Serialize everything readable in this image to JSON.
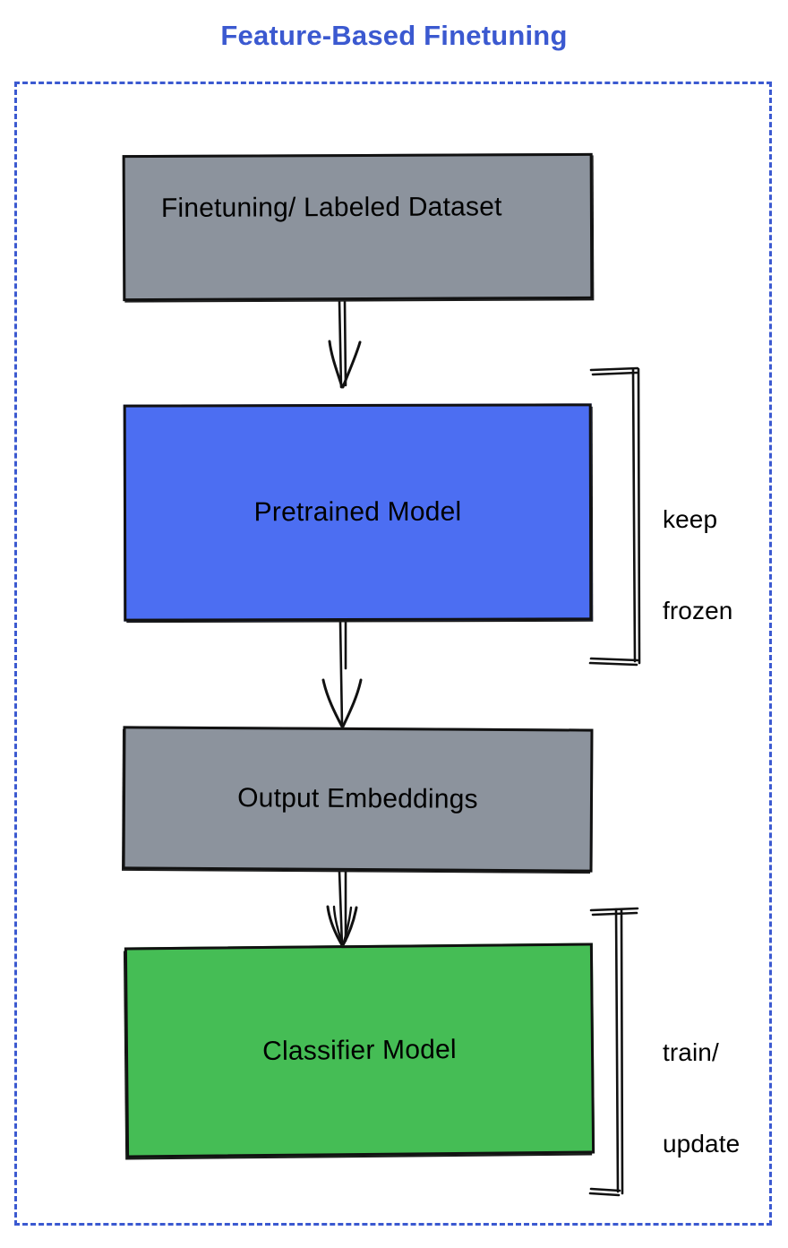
{
  "diagram": {
    "title": "Feature-Based Finetuning",
    "type": "flowchart",
    "title_color": "#3b59d0",
    "frame_border_color": "#3b59d0",
    "frame_border_style": "dashed",
    "background": "#ffffff",
    "nodes": [
      {
        "id": "dataset",
        "label": "Finetuning/ Labeled Dataset",
        "fill": "#8c939d",
        "stroke": "#111111",
        "shape": "rectangle"
      },
      {
        "id": "pretrained-model",
        "label": "Pretrained Model",
        "fill": "#4c6ef2",
        "stroke": "#111111",
        "shape": "rectangle"
      },
      {
        "id": "output-embeddings",
        "label": "Output Embeddings",
        "fill": "#8c939d",
        "stroke": "#111111",
        "shape": "rectangle"
      },
      {
        "id": "classifier-model",
        "label": "Classifier Model",
        "fill": "#45bd55",
        "stroke": "#111111",
        "shape": "rectangle"
      }
    ],
    "edges": [
      {
        "from": "dataset",
        "to": "pretrained-model",
        "style": "arrow-down"
      },
      {
        "from": "pretrained-model",
        "to": "output-embeddings",
        "style": "arrow-down"
      },
      {
        "from": "output-embeddings",
        "to": "classifier-model",
        "style": "arrow-down"
      }
    ],
    "annotations": [
      {
        "id": "keep-frozen",
        "line1": "keep",
        "line2": "frozen",
        "text": "keep\nfrozen",
        "targets": "pretrained-model",
        "bracket": "right"
      },
      {
        "id": "train-update",
        "line1": "train/",
        "line2": "update",
        "text": "train/\nupdate",
        "targets": "classifier-model",
        "bracket": "right"
      }
    ]
  }
}
